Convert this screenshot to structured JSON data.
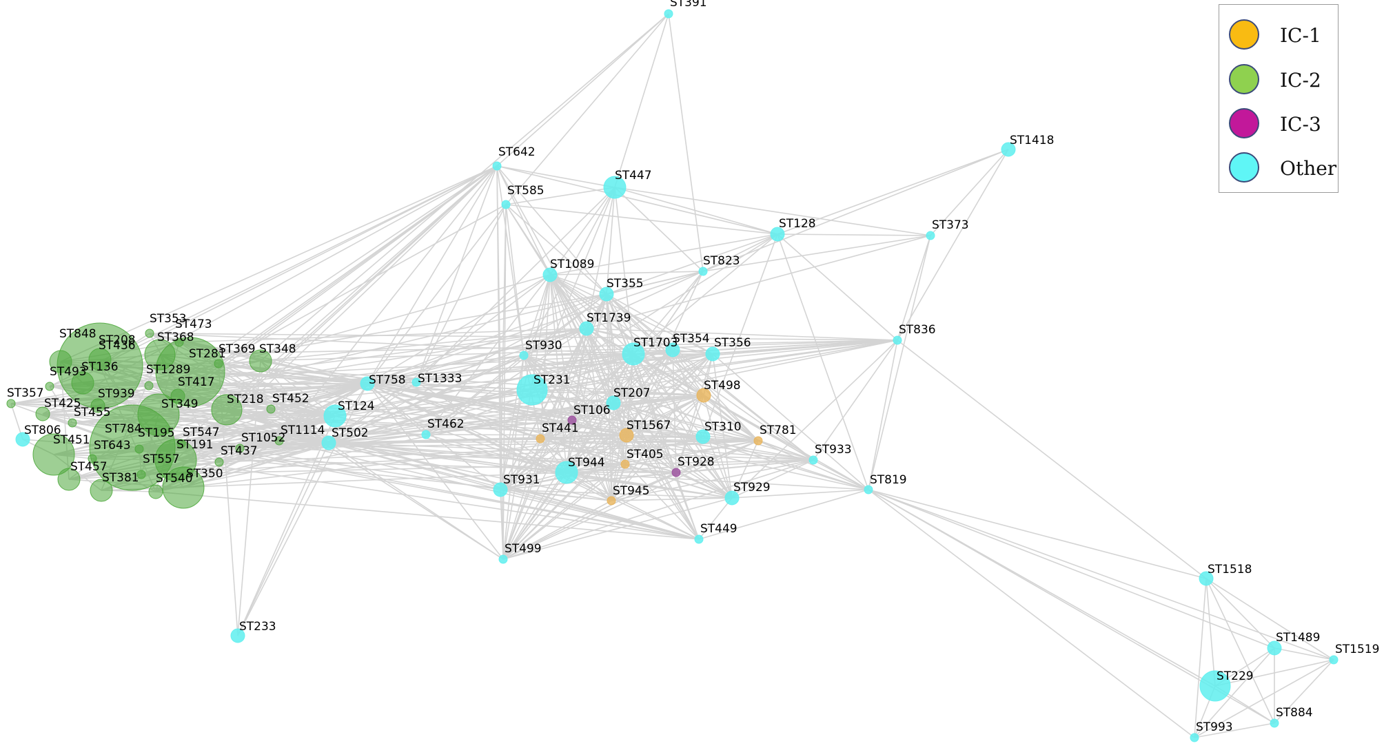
{
  "legend": {
    "items": [
      {
        "label": "IC-1",
        "color": "#f9bb12"
      },
      {
        "label": "IC-2",
        "color": "#8fd14f"
      },
      {
        "label": "IC-3",
        "color": "#c2189a"
      },
      {
        "label": "Other",
        "color": "#5ff6f6"
      }
    ]
  },
  "colors": {
    "IC-1": "#e9b45a",
    "IC-2": "#4fa83d",
    "IC-3": "#9a4e9c",
    "Other": "#5fefef",
    "edge": "#d4d4d4"
  },
  "nodes": [
    {
      "id": "ST391",
      "group": "Other",
      "size": 1
    },
    {
      "id": "ST642",
      "group": "Other",
      "size": 1
    },
    {
      "id": "ST585",
      "group": "Other",
      "size": 1
    },
    {
      "id": "ST447",
      "group": "Other",
      "size": 3
    },
    {
      "id": "ST1418",
      "group": "Other",
      "size": 2
    },
    {
      "id": "ST128",
      "group": "Other",
      "size": 2
    },
    {
      "id": "ST373",
      "group": "Other",
      "size": 1
    },
    {
      "id": "ST1089",
      "group": "Other",
      "size": 2
    },
    {
      "id": "ST823",
      "group": "Other",
      "size": 1
    },
    {
      "id": "ST355",
      "group": "Other",
      "size": 2
    },
    {
      "id": "ST1739",
      "group": "Other",
      "size": 2
    },
    {
      "id": "ST836",
      "group": "Other",
      "size": 1
    },
    {
      "id": "ST930",
      "group": "Other",
      "size": 1
    },
    {
      "id": "ST1703",
      "group": "Other",
      "size": 3
    },
    {
      "id": "ST354",
      "group": "Other",
      "size": 2
    },
    {
      "id": "ST356",
      "group": "Other",
      "size": 2
    },
    {
      "id": "ST758",
      "group": "Other",
      "size": 2
    },
    {
      "id": "ST1333",
      "group": "Other",
      "size": 1
    },
    {
      "id": "ST231",
      "group": "Other",
      "size": 4
    },
    {
      "id": "ST498",
      "group": "IC-1",
      "size": 2
    },
    {
      "id": "ST207",
      "group": "Other",
      "size": 2
    },
    {
      "id": "ST106",
      "group": "IC-3",
      "size": 1
    },
    {
      "id": "ST124",
      "group": "Other",
      "size": 3
    },
    {
      "id": "ST462",
      "group": "Other",
      "size": 1
    },
    {
      "id": "ST441",
      "group": "IC-1",
      "size": 1
    },
    {
      "id": "ST1567",
      "group": "IC-1",
      "size": 2
    },
    {
      "id": "ST310",
      "group": "Other",
      "size": 2
    },
    {
      "id": "ST781",
      "group": "IC-1",
      "size": 1
    },
    {
      "id": "ST502",
      "group": "Other",
      "size": 2
    },
    {
      "id": "ST933",
      "group": "Other",
      "size": 1
    },
    {
      "id": "ST405",
      "group": "IC-1",
      "size": 1
    },
    {
      "id": "ST928",
      "group": "IC-3",
      "size": 1
    },
    {
      "id": "ST944",
      "group": "Other",
      "size": 3
    },
    {
      "id": "ST931",
      "group": "Other",
      "size": 2
    },
    {
      "id": "ST945",
      "group": "IC-1",
      "size": 1
    },
    {
      "id": "ST929",
      "group": "Other",
      "size": 2
    },
    {
      "id": "ST819",
      "group": "Other",
      "size": 1
    },
    {
      "id": "ST449",
      "group": "Other",
      "size": 1
    },
    {
      "id": "ST499",
      "group": "Other",
      "size": 1
    },
    {
      "id": "ST233",
      "group": "Other",
      "size": 2
    },
    {
      "id": "ST1518",
      "group": "Other",
      "size": 2
    },
    {
      "id": "ST1489",
      "group": "Other",
      "size": 2
    },
    {
      "id": "ST1519",
      "group": "Other",
      "size": 1
    },
    {
      "id": "ST229",
      "group": "Other",
      "size": 4
    },
    {
      "id": "ST884",
      "group": "Other",
      "size": 1
    },
    {
      "id": "ST993",
      "group": "Other",
      "size": 1
    },
    {
      "id": "ST436",
      "group": "IC-2",
      "size": 10
    },
    {
      "id": "ST353",
      "group": "IC-2",
      "size": 1
    },
    {
      "id": "ST473",
      "group": "IC-2",
      "size": 1
    },
    {
      "id": "ST848",
      "group": "IC-2",
      "size": 3
    },
    {
      "id": "ST208",
      "group": "IC-2",
      "size": 3
    },
    {
      "id": "ST368",
      "group": "IC-2",
      "size": 4
    },
    {
      "id": "ST281",
      "group": "IC-2",
      "size": 8
    },
    {
      "id": "ST369",
      "group": "IC-2",
      "size": 1
    },
    {
      "id": "ST348",
      "group": "IC-2",
      "size": 3
    },
    {
      "id": "ST493",
      "group": "IC-2",
      "size": 1
    },
    {
      "id": "ST136",
      "group": "IC-2",
      "size": 3
    },
    {
      "id": "ST1289",
      "group": "IC-2",
      "size": 1
    },
    {
      "id": "ST417",
      "group": "IC-2",
      "size": 2
    },
    {
      "id": "ST357",
      "group": "IC-2",
      "size": 1
    },
    {
      "id": "ST939",
      "group": "IC-2",
      "size": 2
    },
    {
      "id": "ST425",
      "group": "IC-2",
      "size": 2
    },
    {
      "id": "ST455",
      "group": "IC-2",
      "size": 1
    },
    {
      "id": "ST349",
      "group": "IC-2",
      "size": 5
    },
    {
      "id": "ST218",
      "group": "IC-2",
      "size": 4
    },
    {
      "id": "ST452",
      "group": "IC-2",
      "size": 1
    },
    {
      "id": "ST806",
      "group": "Other",
      "size": 2
    },
    {
      "id": "ST784",
      "group": "IC-2",
      "size": 10
    },
    {
      "id": "ST547",
      "group": "IC-2",
      "size": 1
    },
    {
      "id": "ST195",
      "group": "IC-2",
      "size": 1
    },
    {
      "id": "ST1052",
      "group": "IC-2",
      "size": 1
    },
    {
      "id": "ST1114",
      "group": "IC-2",
      "size": 1
    },
    {
      "id": "ST451",
      "group": "IC-2",
      "size": 5
    },
    {
      "id": "ST643",
      "group": "IC-2",
      "size": 1
    },
    {
      "id": "ST191",
      "group": "IC-2",
      "size": 5
    },
    {
      "id": "ST437",
      "group": "IC-2",
      "size": 1
    },
    {
      "id": "ST557",
      "group": "IC-2",
      "size": 1
    },
    {
      "id": "ST457",
      "group": "IC-2",
      "size": 3
    },
    {
      "id": "ST350",
      "group": "IC-2",
      "size": 5
    },
    {
      "id": "ST381",
      "group": "IC-2",
      "size": 3
    },
    {
      "id": "ST540",
      "group": "IC-2",
      "size": 2
    }
  ]
}
